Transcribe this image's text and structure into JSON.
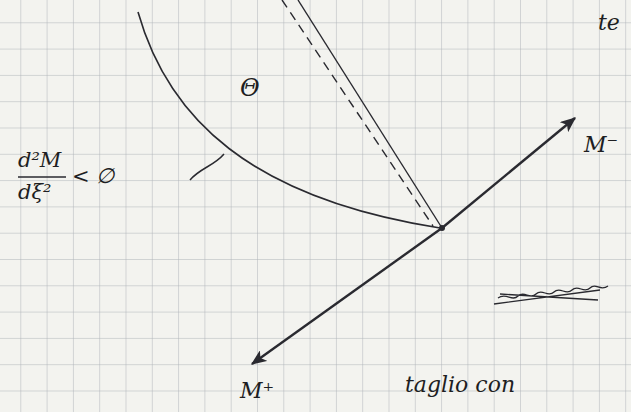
{
  "diagram": {
    "labels": [
      "te",
      "Θ",
      "d²M",
      "dξ²",
      "< ∅",
      "M⁻",
      "M⁺",
      "taglio con"
    ]
  }
}
